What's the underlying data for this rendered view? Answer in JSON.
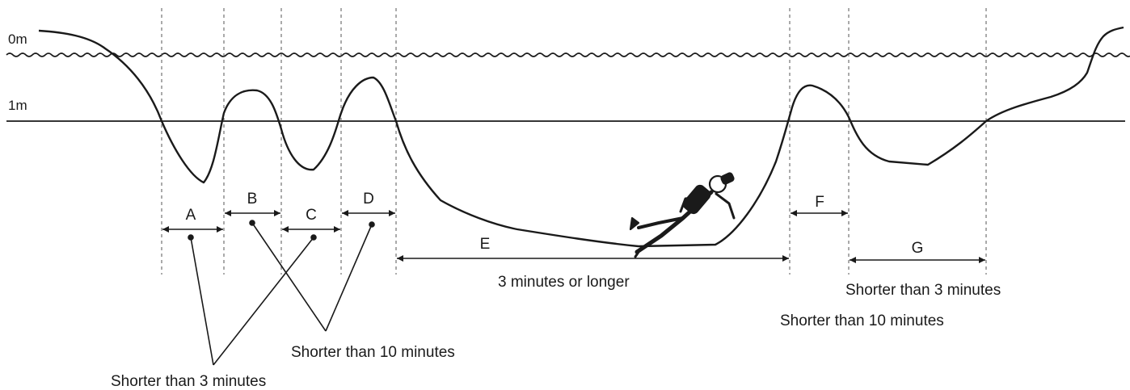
{
  "depth_labels": {
    "surface": "0m",
    "one_meter": "1m"
  },
  "segments": [
    "A",
    "B",
    "C",
    "D",
    "E",
    "F",
    "G"
  ],
  "notes": {
    "e_duration": "3 minutes or longer",
    "g_duration": "Shorter than 3 minutes",
    "fg_duration": "Shorter than 10 minutes",
    "bd_duration": "Shorter than 10 minutes",
    "ac_duration": "Shorter than 3 minutes"
  },
  "colors": {
    "ink": "#1a1a1a",
    "background": "#ffffff"
  },
  "icons": {
    "diver": "scuba-diver-icon"
  }
}
